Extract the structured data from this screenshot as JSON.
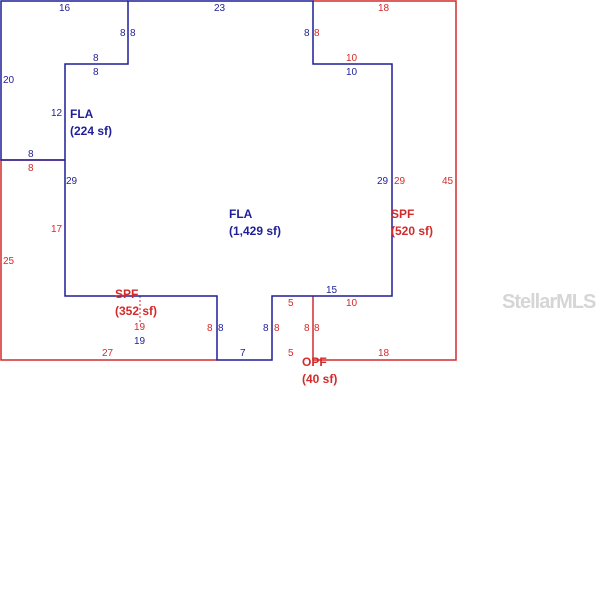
{
  "colors": {
    "blue": "#1f1f99",
    "red": "#d42a2a",
    "watermark": "#d6d6d6"
  },
  "watermark": "StellarMLS",
  "rooms": {
    "fla_small": {
      "name": "FLA",
      "area": "(224 sf)"
    },
    "fla_main": {
      "name": "FLA",
      "area": "(1,429 sf)"
    },
    "spf_right": {
      "name": "SPF",
      "area": "(520 sf)"
    },
    "spf_bottom": {
      "name": "SPF",
      "area": "(352 sf)"
    },
    "opf": {
      "name": "OPF",
      "area": "(40 sf)"
    }
  },
  "dimensions": {
    "top_left_16": "16",
    "top_23": "23",
    "top_right_18": "18",
    "notch_left_8a": "8",
    "notch_left_8b": "8",
    "notch_right_8a": "8",
    "notch_right_8b": "8",
    "notch_left_h_8a": "8",
    "notch_left_h_8b": "8",
    "notch_right_h_10a": "10",
    "notch_right_h_10b": "10",
    "left_20": "20",
    "left_12": "12",
    "left_8a": "8",
    "left_8b": "8",
    "left_29": "29",
    "left_17": "17",
    "left_25": "25",
    "right_29a": "29",
    "right_29b": "29",
    "right_45": "45",
    "bottom_15": "15",
    "bottom_5a": "5",
    "bottom_10": "10",
    "bottom_19a": "19",
    "bottom_19b": "19",
    "bottom_8a": "8",
    "bottom_8b": "8",
    "bottom_8c": "8",
    "bottom_8d": "8",
    "bottom_8e": "8",
    "bottom_8f": "8",
    "bottom_27": "27",
    "bottom_7": "7",
    "bottom_5b": "5",
    "bottom_18": "18"
  }
}
